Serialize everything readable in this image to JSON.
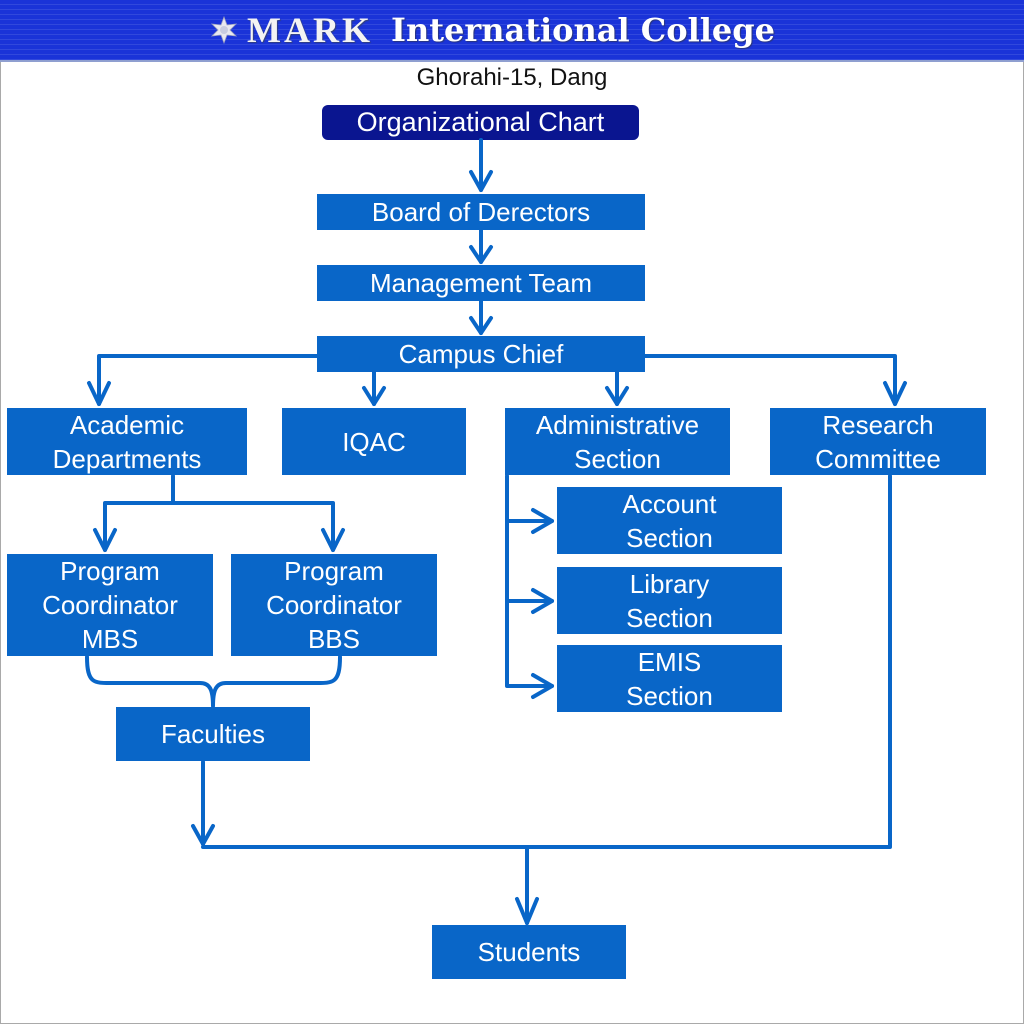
{
  "header": {
    "brand_mark": "MARK",
    "brand_name": "International College",
    "logo_icon": "star-emblem-icon"
  },
  "address": "Ghorahi-15, Dang",
  "chart_title": "Organizational Chart",
  "nodes": {
    "board": "Board of Derectors",
    "management": "Management Team",
    "campus_chief": "Campus Chief",
    "academic": "Academic\nDepartments",
    "iqac": "IQAC",
    "administrative": "Administrative\nSection",
    "research": "Research\nCommittee",
    "pc_mbs": "Program\nCoordinator\nMBS",
    "pc_bbs": "Program\nCoordinator\nBBS",
    "account": "Account\nSection",
    "library": "Library\nSection",
    "emis": "EMIS\nSection",
    "faculties": "Faculties",
    "students": "Students"
  },
  "colors": {
    "banner": "#1a33d8",
    "title_box": "#0a1590",
    "node": "#0966c8",
    "connector": "#0966c8"
  }
}
